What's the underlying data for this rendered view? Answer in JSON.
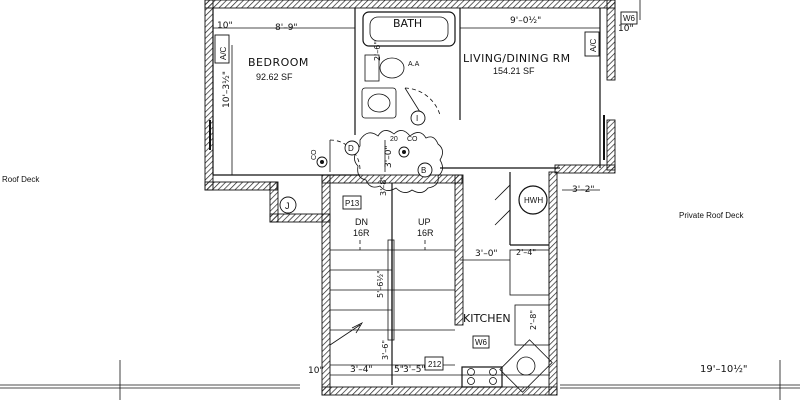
{
  "outside": {
    "roof_deck": "Roof Deck",
    "private_roof_deck": "Private Roof Deck",
    "deck_dimension": "19'–10½\""
  },
  "rooms": {
    "bedroom": {
      "name": "BEDROOM",
      "area": "92.62 SF"
    },
    "bath": {
      "name": "BATH"
    },
    "living": {
      "name": "LIVING/DINING RM",
      "area": "154.21 SF"
    },
    "kitchen": {
      "name": "KITCHEN"
    }
  },
  "dimensions": {
    "bed_left_wall": "10\"",
    "bed_width": "8'–9\"",
    "living_width": "9'–0½\"",
    "living_right_wall": "10\"",
    "bed_depth": "10'–3½\"",
    "hall_width": "3'–0\"",
    "hall_depth": "3'–8\"",
    "closet_width": "3'–2\"",
    "kitchen_gap": "3'–0\"",
    "counter": "2'–4\"",
    "stair_run": "5'–6½\"",
    "stair_landing": "3'–6\"",
    "bottom_left_wall": "10\"",
    "bottom_stair": "3'–4\"",
    "bottom_mid": "5\"",
    "bottom_right": "3'–5\"",
    "fridge_dim": "2'–8\"",
    "vanity_dim": "2'–6\""
  },
  "stairs": {
    "down": {
      "dir": "DN",
      "risers": "16R"
    },
    "up": {
      "dir": "UP",
      "risers": "16R"
    }
  },
  "tags": {
    "window_top": "W6",
    "window_kitchen": "W6",
    "panel": "P13",
    "panel_bottom": "212",
    "ac_bedroom": "A/C",
    "ac_living": "A/C",
    "door_d": "D",
    "door_i": "I",
    "door_b": "B",
    "door_j": "J",
    "closet_co1": "CO",
    "closet_co2": "CO",
    "hall_20": "20",
    "hwh": "HWH",
    "bath_code": "A.A"
  },
  "colors": {
    "ink": "#111111",
    "paper": "#ffffff"
  }
}
